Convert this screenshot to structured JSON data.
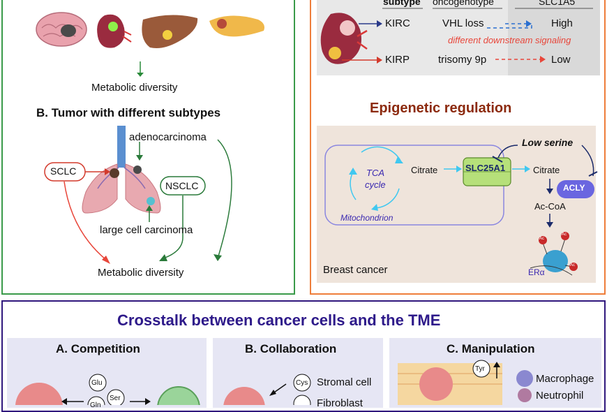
{
  "left": {
    "metabolic_diversity_top": "Metabolic diversity",
    "section_b_title": "B. Tumor with different subtypes",
    "adenocarcinoma": "adenocarcinoma",
    "sclc": "SCLC",
    "nsclc": "NSCLC",
    "large_cell": "large cell carcinoma",
    "metabolic_diversity_bottom": "Metabolic diversity"
  },
  "right": {
    "header_subtype": "subtype",
    "header_oncogenotype": "oncogenotype",
    "header_slc": "SLC1A5",
    "kirc": "KIRC",
    "kirp": "KIRP",
    "vhl_loss": "VHL loss",
    "trisomy": "trisomy 9p",
    "high": "High",
    "low": "Low",
    "downstream": "different downstream signaling",
    "epigenetic_title": "Epigenetic regulation",
    "low_serine": "Low serine",
    "tca": "TCA",
    "cycle": "cycle",
    "citrate_1": "Citrate",
    "slc25a1": "SLC25A1",
    "citrate_2": "Citrate",
    "acly": "ACLY",
    "accoa": "Ac-CoA",
    "mitochondrion": "Mitochondrion",
    "breast_cancer": "Breast cancer",
    "era": "ERα",
    "ac": "Ac"
  },
  "bottom": {
    "title": "Crosstalk between cancer cells and the TME",
    "competition": "A. Competition",
    "collaboration": "B. Collaboration",
    "manipulation": "C. Manipulation",
    "glu": "Glu",
    "ser": "Ser",
    "gln": "Gln",
    "cys": "Cys",
    "stromal_cell": "Stromal cell",
    "fibroblast": "Fibroblast",
    "tyr": "Tyr",
    "macrophage": "Macrophage",
    "neutrophil": "Neutrophil"
  },
  "colors": {
    "green_border": "#3a9a4a",
    "orange_border": "#ee7d3a",
    "navy_border": "#30187d",
    "title_red": "#8c2a0e",
    "title_navy": "#2e1a8a",
    "dashed_red": "#e8463a",
    "dashed_blue": "#2a6fd0",
    "slc_green": "#b6e07a",
    "acly_purple": "#6a66e0"
  }
}
